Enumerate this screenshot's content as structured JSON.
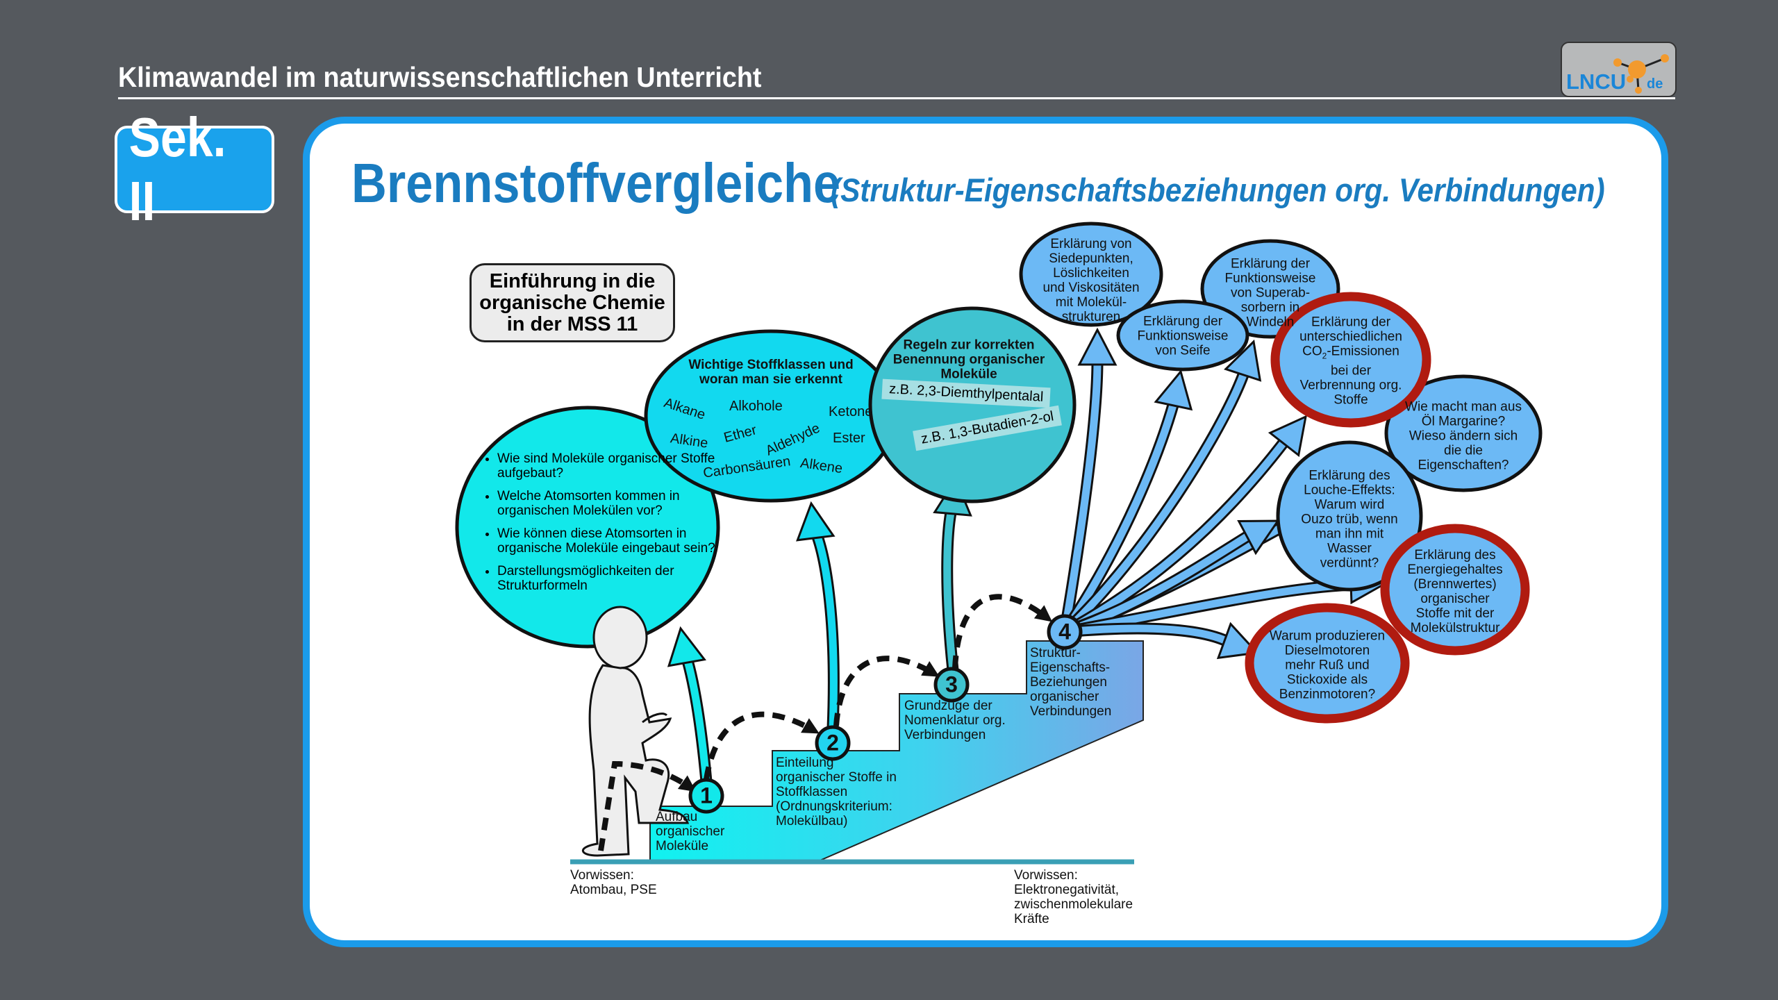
{
  "header": {
    "title": "Klimawandel im naturwissenschaftlichen Unterricht",
    "logo_text": "LNCU",
    "logo_suffix": "de"
  },
  "badge": "Sek. II",
  "slide": {
    "title": "Brennstoffvergleiche",
    "subtitle": "(Struktur-Eigenschaftsbeziehungen org. Verbindungen)"
  },
  "intro_box": "Einführung in die\norganische Chemie\nin der MSS 11",
  "questions": [
    "Wie sind Moleküle organischer Stoffe aufgebaut?",
    "Welche Atomsorten kommen in organischen Molekülen vor?",
    "Wie können diese Atomsorten in organische Moleküle eingebaut sein?",
    "Darstellungsmöglichkeiten der Strukturformeln"
  ],
  "stoffklassen": {
    "title": "Wichtige Stoffklassen und\nworan man sie erkennt",
    "words": [
      "Alkane",
      "Alkohole",
      "Ketone",
      "Alkine",
      "Ether",
      "Aldehyde",
      "Ester",
      "Carbonsäuren",
      "Alkene"
    ]
  },
  "regeln": {
    "title": "Regeln zur korrekten\nBenennung organischer\nMoleküle",
    "example1": "z.B. 2,3-Diemthylpentalal",
    "example2": "z.B. 1,3-Butadien-2-ol"
  },
  "applications": {
    "siedepunkte": "Erklärung von\nSiedepunkten,\nLöslichkeiten\nund Viskositäten\nmit Molekül-\nstrukturen",
    "superabsorber": "Erklärung der\nFunktionsweise\nvon Superab-\nsorbern in\nWindeln",
    "seife": "Erklärung der\nFunktionsweise\nvon Seife",
    "co2_pre": "Erklärung der\nunterschiedlichen\nCO",
    "co2_sub": "2",
    "co2_post": "-Emissionen\nbei der\nVerbrennung org.\nStoffe",
    "margarine": "Wie macht man aus\nÖl Margarine?\nWieso ändern sich\ndie die\nEigenschaften?",
    "louche": "Erklärung des\nLouche-Effekts:\nWarum wird\nOuzo trüb, wenn\nman ihn mit\nWasser\nverdünnt?",
    "energie": "Erklärung des\nEnergiegehaltes\n(Brennwertes)\norganischer\nStoffe mit der\nMolekülstruktur",
    "diesel": "Warum produzieren\nDieselmotoren\nmehr Ruß und\nStickoxide als\nBenzinmotoren?"
  },
  "steps": [
    {
      "num": "1",
      "label": "Aufbau\norganischer\nMoleküle"
    },
    {
      "num": "2",
      "label": "Einteilung\norganischer Stoffe in\nStoffklassen\n(Ordnungskriterium:\nMolekülbau)"
    },
    {
      "num": "3",
      "label": "Grundzüge der\nNomenklatur org.\nVerbindungen"
    },
    {
      "num": "4",
      "label": "Struktur-\nEigenschafts-\nBeziehungen\norganischer\nVerbindungen"
    }
  ],
  "prior_knowledge": {
    "left": "Vorwissen:\nAtombau, PSE",
    "right": "Vorwissen:\nElektronegativität,\nzwischenmolekulare\nKräfte"
  },
  "colors": {
    "background": "#55595e",
    "accent": "#1b9bea",
    "title": "#1a7cc0",
    "highlight": "#b01b10",
    "cyan": "#12e6ea",
    "lightblue": "#6cb9f5"
  }
}
